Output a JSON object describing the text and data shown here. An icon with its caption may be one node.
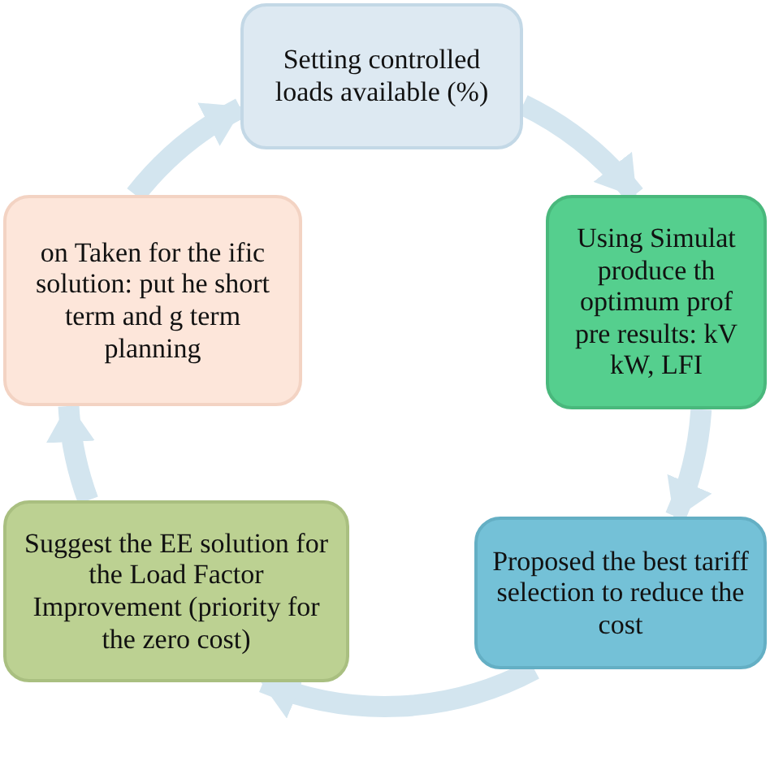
{
  "diagram": {
    "nodes": [
      {
        "text": [
          "Setting controlled loads available (%)"
        ]
      },
      {
        "text": [
          "Using Simulat produce th optimum prof pre results: kV kW, LFI"
        ]
      },
      {
        "text": [
          "Proposed the best tariff selection to reduce the cost"
        ]
      },
      {
        "text": [
          "Suggest the EE solution for the Load Factor Improvement (priority for the zero cost)"
        ]
      },
      {
        "text": [
          "on Taken for the ific solution: put he short term and g term planning"
        ]
      }
    ],
    "edges": [
      {
        "from": 0,
        "to": 1,
        "arrow": "to"
      },
      {
        "from": 1,
        "to": 2,
        "arrow": "to"
      },
      {
        "from": 2,
        "to": 3,
        "arrow": "to"
      },
      {
        "from": 3,
        "to": 4,
        "arrow": "to"
      },
      {
        "from": 4,
        "to": 0,
        "arrow": "to"
      }
    ]
  }
}
